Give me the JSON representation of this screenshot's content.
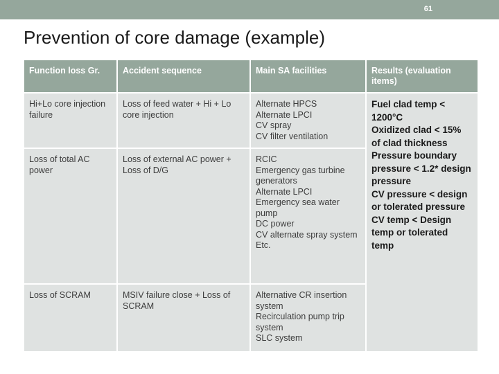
{
  "slide": {
    "page_number": "61",
    "title": "Prevention of core damage (example)",
    "accent_bar_color": "#95a79c",
    "header_text_color": "#ffffff",
    "cell_bg_color": "#dfe2e1",
    "background_color": "#ffffff"
  },
  "table": {
    "headers": [
      "Function loss Gr.",
      "Accident sequence",
      "Main SA facilities",
      "Results (evaluation items)"
    ],
    "rows": [
      {
        "function_loss": "Hi+Lo core injection failure",
        "accident_sequence": "Loss of feed water + Hi + Lo core injection",
        "main_sa_facilities": [
          "Alternate HPCS",
          "Alternate LPCI",
          "CV spray",
          "CV filter ventilation"
        ]
      },
      {
        "function_loss": "Loss of total AC power",
        "accident_sequence": "Loss of external AC power + Loss of D/G",
        "main_sa_facilities": [
          "RCIC",
          "Emergency gas turbine generators",
          "Alternate LPCI",
          "Emergency sea water pump",
          "DC power",
          "CV alternate spray system",
          "Etc."
        ]
      },
      {
        "function_loss": "Loss of SCRAM",
        "accident_sequence": "MSIV failure close + Loss of SCRAM",
        "main_sa_facilities": [
          "Alternative CR insertion system",
          "Recirculation pump trip system",
          "SLC system"
        ]
      }
    ],
    "results": [
      "Fuel clad temp < 1200°C",
      "Oxidized clad < 15% of clad thickness",
      "Pressure boundary pressure < 1.2* design pressure",
      "CV pressure < design or tolerated pressure",
      "CV temp < Design temp or tolerated temp"
    ]
  }
}
